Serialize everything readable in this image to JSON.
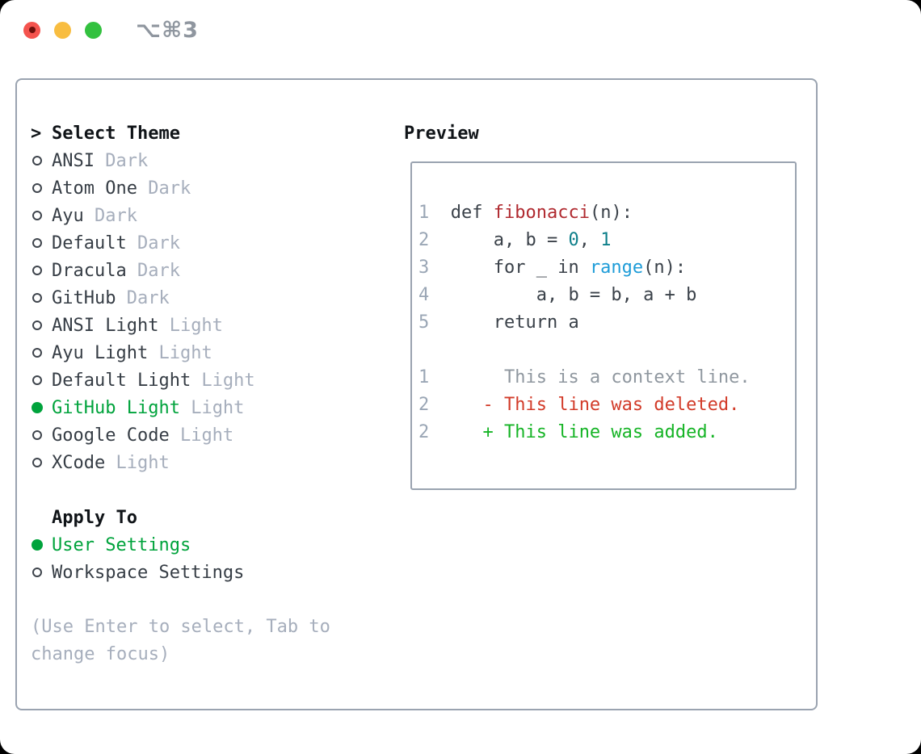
{
  "window": {
    "title": "⌥⌘3",
    "traffic_lights": [
      {
        "name": "close",
        "color": "#f4534e"
      },
      {
        "name": "minimize",
        "color": "#f8bd40"
      },
      {
        "name": "zoom",
        "color": "#33c13f"
      }
    ]
  },
  "theme_section": {
    "marker": ">",
    "header": "Select Theme",
    "themes": [
      {
        "name": "ANSI",
        "tag": "Dark",
        "selected": false
      },
      {
        "name": "Atom One",
        "tag": "Dark",
        "selected": false
      },
      {
        "name": "Ayu",
        "tag": "Dark",
        "selected": false
      },
      {
        "name": "Default",
        "tag": "Dark",
        "selected": false
      },
      {
        "name": "Dracula",
        "tag": "Dark",
        "selected": false
      },
      {
        "name": "GitHub",
        "tag": "Dark",
        "selected": false
      },
      {
        "name": "ANSI Light",
        "tag": "Light",
        "selected": false
      },
      {
        "name": "Ayu Light",
        "tag": "Light",
        "selected": false
      },
      {
        "name": "Default Light",
        "tag": "Light",
        "selected": false
      },
      {
        "name": "GitHub Light",
        "tag": "Light",
        "selected": true
      },
      {
        "name": "Google Code",
        "tag": "Light",
        "selected": false
      },
      {
        "name": "XCode",
        "tag": "Light",
        "selected": false
      }
    ]
  },
  "apply_section": {
    "header": "Apply To",
    "options": [
      {
        "name": "User Settings",
        "selected": true
      },
      {
        "name": "Workspace Settings",
        "selected": false
      }
    ]
  },
  "hint": "(Use Enter to select, Tab to change focus)",
  "preview": {
    "header": "Preview",
    "lines": [
      {
        "segments": [
          {
            "t": "1  ",
            "s": "ln"
          },
          {
            "t": "def ",
            "s": "c"
          },
          {
            "t": "fibonacci",
            "s": "fn"
          },
          {
            "t": "(n):",
            "s": "c"
          }
        ]
      },
      {
        "segments": [
          {
            "t": "2  ",
            "s": "ln"
          },
          {
            "t": "    a, b = ",
            "s": "c"
          },
          {
            "t": "0",
            "s": "num"
          },
          {
            "t": ", ",
            "s": "c"
          },
          {
            "t": "1",
            "s": "num"
          }
        ]
      },
      {
        "segments": [
          {
            "t": "3  ",
            "s": "ln"
          },
          {
            "t": "    for _ in ",
            "s": "c"
          },
          {
            "t": "range",
            "s": "bi"
          },
          {
            "t": "(n):",
            "s": "c"
          }
        ]
      },
      {
        "segments": [
          {
            "t": "4  ",
            "s": "ln"
          },
          {
            "t": "        a, b = b, a + b",
            "s": "c"
          }
        ]
      },
      {
        "segments": [
          {
            "t": "5  ",
            "s": "ln"
          },
          {
            "t": "    return a",
            "s": "c"
          }
        ]
      },
      {
        "segments": []
      },
      {
        "segments": [
          {
            "t": "1       ",
            "s": "ln"
          },
          {
            "t": "This is a context line.",
            "s": "ctx"
          }
        ]
      },
      {
        "segments": [
          {
            "t": "2     ",
            "s": "ln"
          },
          {
            "t": "- This line was deleted.",
            "s": "del"
          }
        ]
      },
      {
        "segments": [
          {
            "t": "2     ",
            "s": "ln"
          },
          {
            "t": "+ This line was added.",
            "s": "add"
          }
        ]
      }
    ]
  },
  "colors": {
    "accent_green": "#00a33c",
    "added_green": "#16b426",
    "deleted_red": "#d23b29",
    "function_red": "#b02a30",
    "number_teal": "#0e7f8a",
    "builtin_blue": "#1e9cd8",
    "muted_gray": "#a6aebc",
    "line_number_gray": "#9aa6b5",
    "border_gray": "#9aa3b0",
    "text_dark": "#363d45",
    "header_black": "#101418"
  }
}
